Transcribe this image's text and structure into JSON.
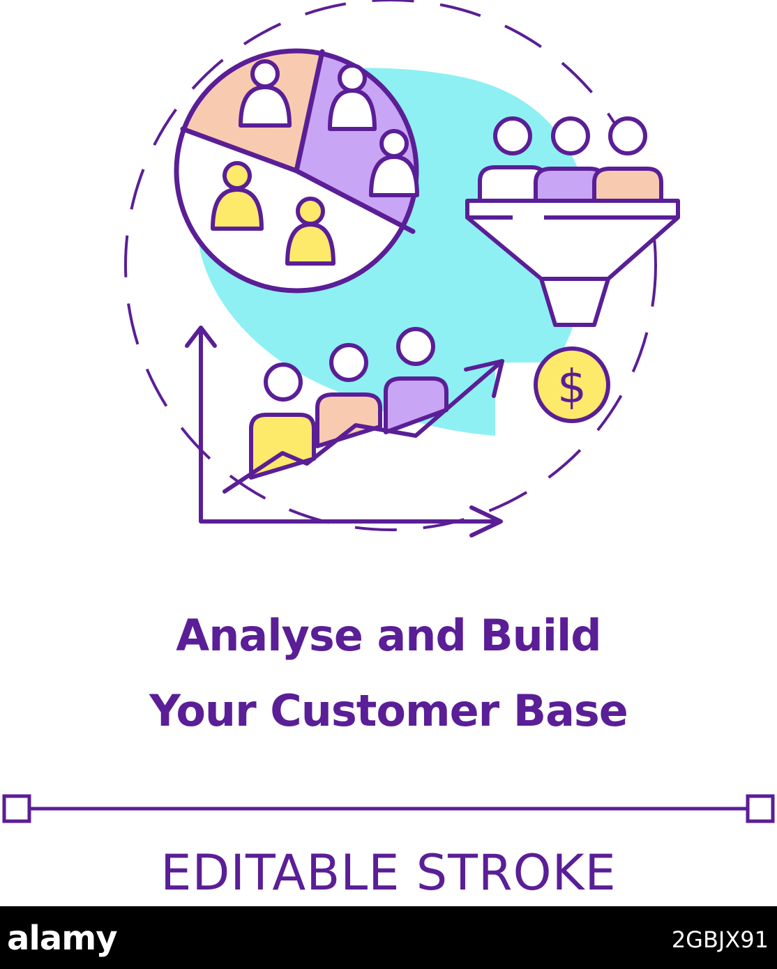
{
  "colors": {
    "accent": "#5a1e96",
    "circle_bg": "#8ef0f3",
    "peach": "#f8cbb1",
    "lavender": "#c9a5f5",
    "yellow": "#fde96a",
    "white": "#ffffff"
  },
  "icons": {
    "pie": "pie-chart-icon",
    "funnel": "sales-funnel-icon",
    "dollar": "dollar-coin-icon",
    "growth": "growth-chart-icon"
  },
  "illustration": {
    "coin_symbol": "$"
  },
  "title": {
    "line1": "Analyse and Build",
    "line2": "Your Customer Base"
  },
  "editable_label": "EDITABLE STROKE",
  "footer": {
    "watermark": "alamy",
    "image_id": "2GBJX91"
  }
}
